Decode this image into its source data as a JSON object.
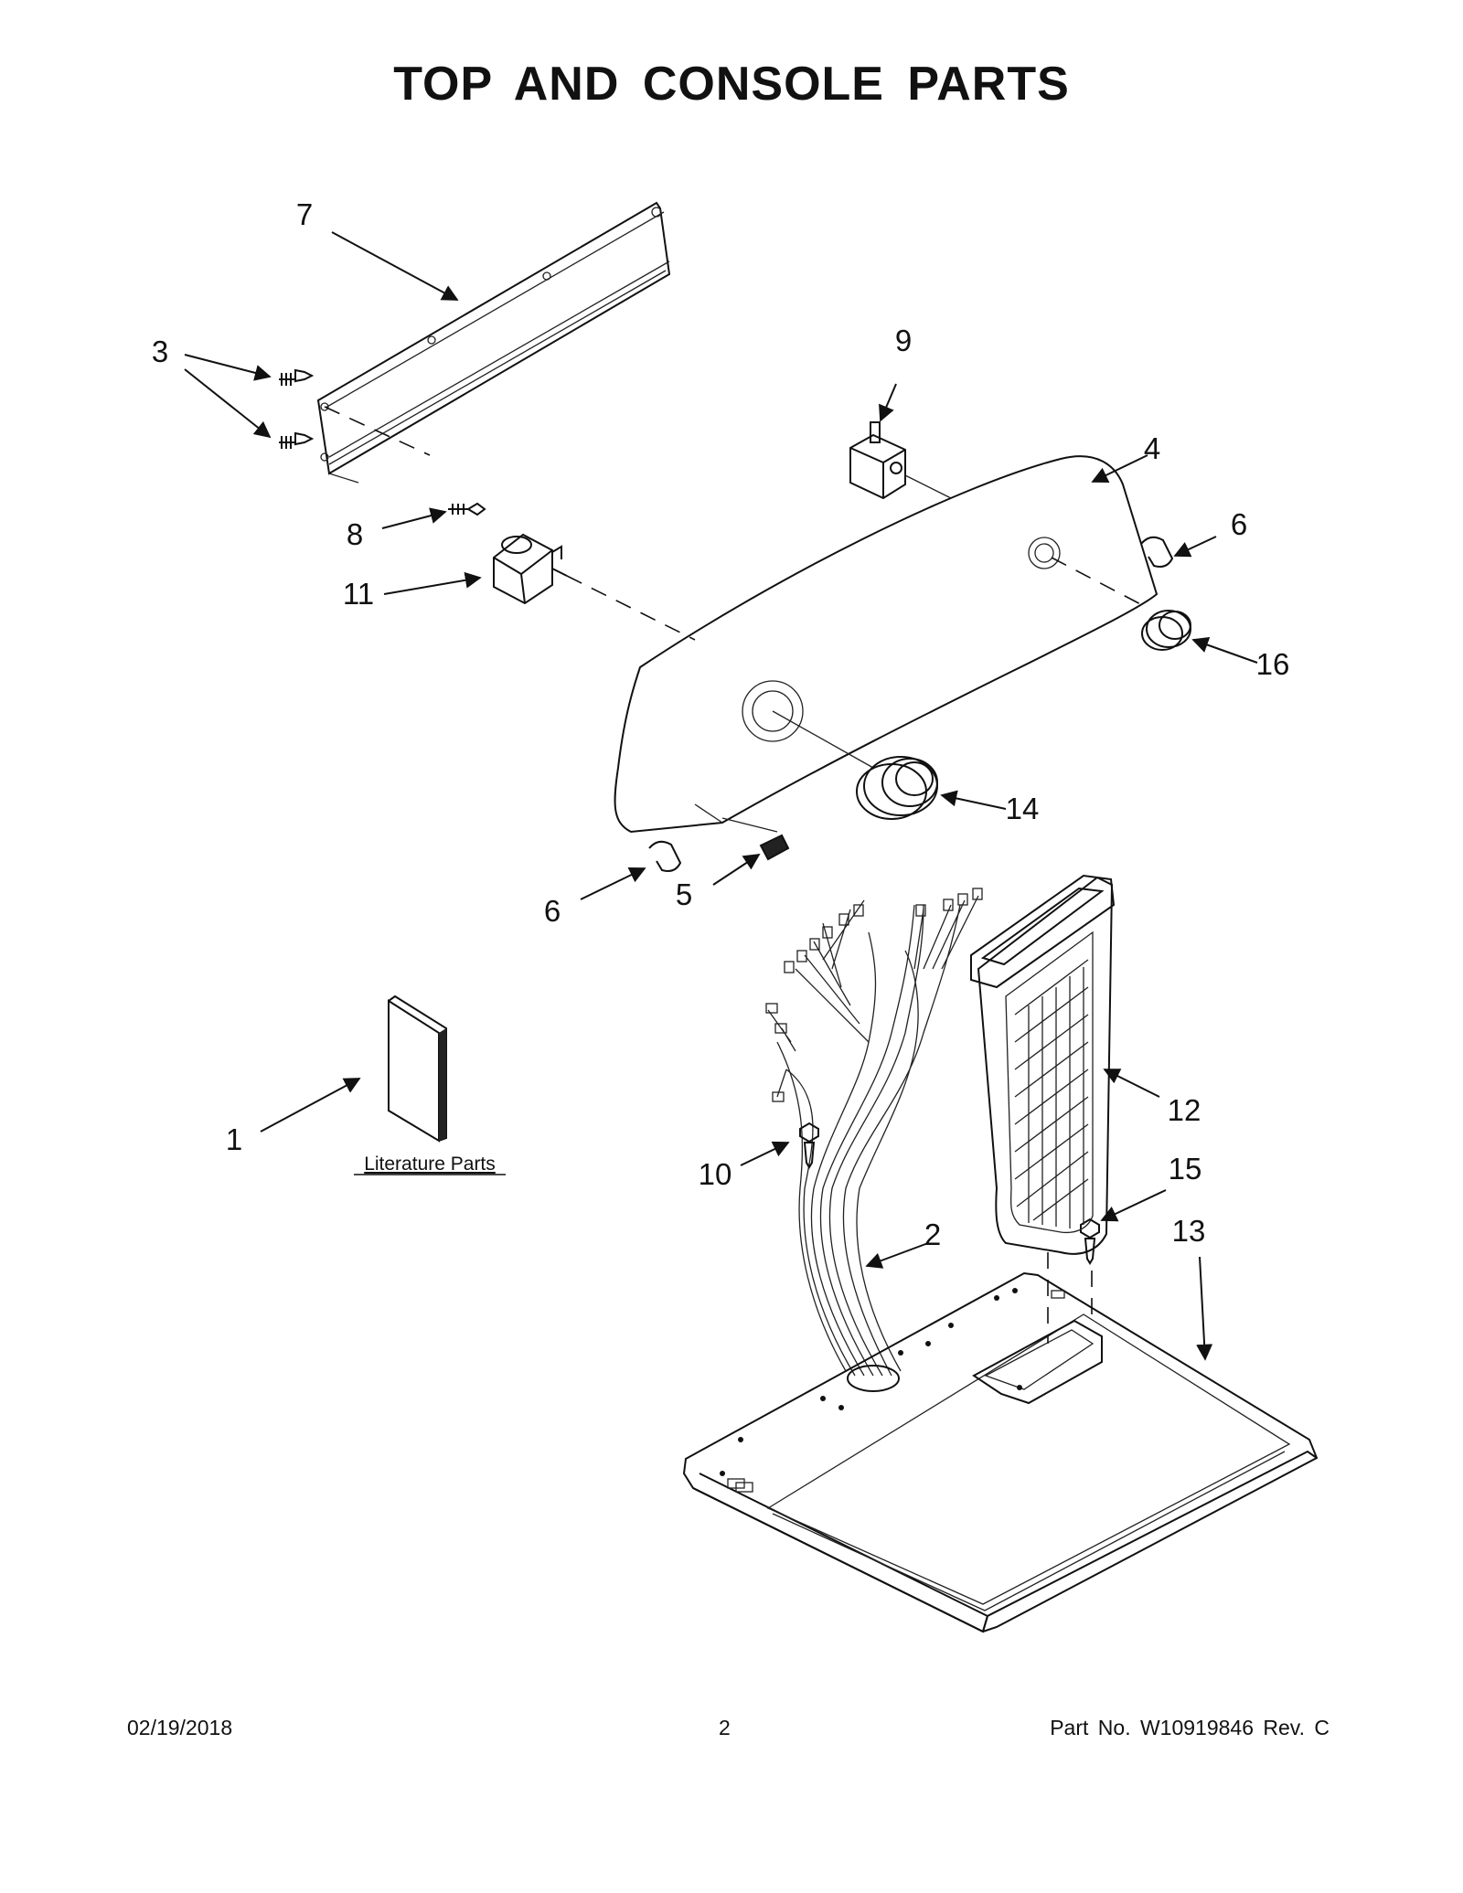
{
  "page": {
    "title": "TOP AND CONSOLE PARTS",
    "date": "02/19/2018",
    "page_number": "2",
    "part_no": "Part No.  W10919846  Rev.  C"
  },
  "callouts": [
    {
      "id": "c1",
      "label": "1"
    },
    {
      "id": "c2",
      "label": "2"
    },
    {
      "id": "c3",
      "label": "3"
    },
    {
      "id": "c4",
      "label": "4"
    },
    {
      "id": "c5",
      "label": "5"
    },
    {
      "id": "c6a",
      "label": "6"
    },
    {
      "id": "c6b",
      "label": "6"
    },
    {
      "id": "c7",
      "label": "7"
    },
    {
      "id": "c8",
      "label": "8"
    },
    {
      "id": "c9",
      "label": "9"
    },
    {
      "id": "c10",
      "label": "10"
    },
    {
      "id": "c11",
      "label": "11"
    },
    {
      "id": "c12",
      "label": "12"
    },
    {
      "id": "c13",
      "label": "13"
    },
    {
      "id": "c14",
      "label": "14"
    },
    {
      "id": "c15",
      "label": "15"
    },
    {
      "id": "c16",
      "label": "16"
    }
  ],
  "literature_label": "Literature Parts"
}
